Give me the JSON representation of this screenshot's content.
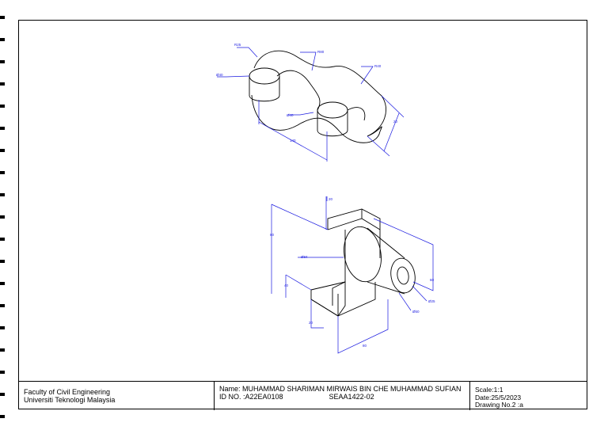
{
  "drawing": {
    "part1_dims": {
      "r_small": "R25",
      "r_mid": "R80",
      "r_big": "R40",
      "dia_boss_left": "Ø40",
      "dia_boss_right": "Ø40",
      "len_center": "140",
      "thk": "20"
    },
    "part2_dims": {
      "top_h": "20",
      "height": "80",
      "dia_cone": "Ø84",
      "step_h": "40",
      "step_w": "20",
      "dia_hole": "Ø25",
      "dia_nose": "Ø50",
      "base_w": "80",
      "boss_len": "60"
    }
  },
  "titleblock": {
    "faculty": "Faculty of Civil Engineering",
    "university": "Universiti Teknologi Malaysia",
    "name": "Name: MUHAMMAD SHARIMAN MIRWAIS BIN CHE MUHAMMAD SUFIAN",
    "id": "ID NO. :A22EA0108",
    "course": "SEAA1422-02",
    "scale": "Scale:1:1",
    "date": "Date:25/5/2023",
    "drawing_no": "Drawing No.2 :a"
  }
}
